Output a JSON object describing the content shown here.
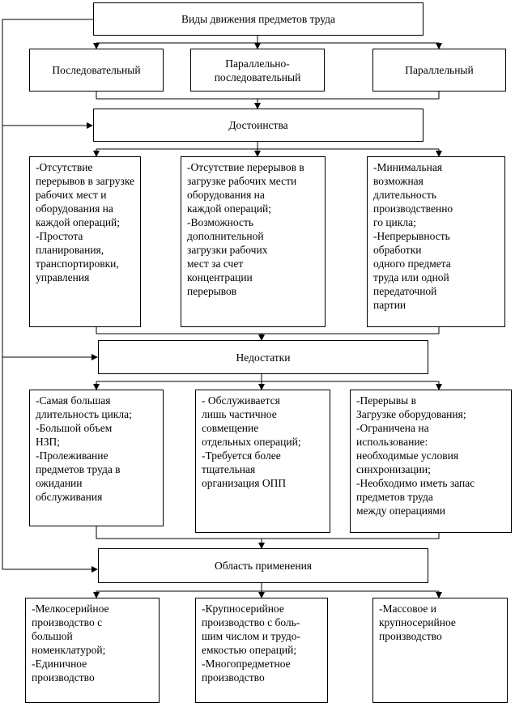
{
  "title": "Виды движения предметов труда",
  "types": [
    {
      "label": "Последовательный"
    },
    {
      "label_lines": [
        "Параллельно-",
        "последовательный"
      ]
    },
    {
      "label": "Параллельный"
    }
  ],
  "sections": {
    "advantages": {
      "header": "Достоинства",
      "items": [
        [
          "-Отсутствие",
          "перерывов в загрузке",
          "рабочих мест и",
          "оборудования на",
          "каждой операций;",
          "-Простота",
          "планирования,",
          "транспортировки,",
          "управления"
        ],
        [
          "-Отсутствие перерывов в",
          "загрузке рабочих мести",
          "оборудования на",
          "каждой операций;",
          "-Возможность",
          "дополнительной",
          "загрузки рабочих",
          "мест за счет",
          "концентрации",
          "перерывов"
        ],
        [
          "-Минимальная",
          "возможная",
          "длительность",
          "производственно",
          "го цикла;",
          "-Непрерывность",
          "обработки",
          "одного предмета",
          "труда или одной",
          "передаточной",
          "партии"
        ]
      ]
    },
    "disadvantages": {
      "header": "Недостатки",
      "items": [
        [
          "-Самая большая",
          "длительность цикла;",
          "-Большой объем",
          "НЗП;",
          "-Пролеживание",
          "предметов труда в",
          "ожидании",
          "обслуживания"
        ],
        [
          "- Обслуживается",
          "лишь частичное",
          "совмещение",
          "отдельных операций;",
          "-Требуется более",
          "тщательная",
          "организация ОПП"
        ],
        [
          "-Перерывы в",
          "Загрузке оборудования;",
          "-Ограничена на",
          "использование:",
          "необходимые условия",
          "синхронизации;",
          "-Необходимо иметь запас",
          "предметов труда",
          "между операциями"
        ]
      ]
    },
    "applications": {
      "header": "Область применения",
      "items": [
        [
          "-Мелкосерийное",
          "производство с",
          "большой",
          "номенклатурой;",
          "-Единичное",
          "производство"
        ],
        [
          "-Крупносерийное",
          "производство с боль-",
          "шим числом и трудо-",
          "емкостью операций;",
          "-Многопредметное",
          "производство"
        ],
        [
          "-Массовое и",
          "крупносерийное",
          "производство"
        ]
      ]
    }
  }
}
